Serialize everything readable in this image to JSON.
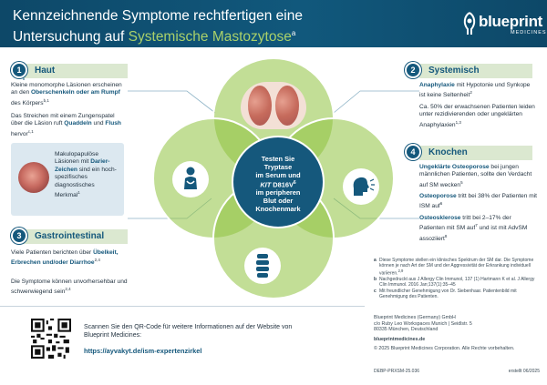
{
  "header": {
    "title_line1": "Kennzeichnende Symptome rechtfertigen eine",
    "title_line2_prefix": "Untersuchung auf ",
    "title_line2_highlight": "Systemische Mastozytose",
    "title_sup": "a",
    "logo_word": "blueprint",
    "logo_sub": "MEDICINES"
  },
  "colors": {
    "header_bg": "#0d4868",
    "accent_green": "#a9d06a",
    "section_blue": "#15587c",
    "section_bar": "#dbe8d0",
    "center_circle": "#15587c"
  },
  "sections": {
    "haut": {
      "num": "1",
      "title": "Haut",
      "p1_a": "Kleine monomorphe Läsionen erscheinen an den ",
      "p1_b": "Oberschenkeln oder am Rumpf",
      "p1_c": " des Körpers",
      "p1_sup": "b,1",
      "p2_a": "Das Streichen mit einem Zungen­spatel über die Läsion ruft ",
      "p2_b": "Quaddeln",
      "p2_c": " und ",
      "p2_d": "Flush",
      "p2_e": " hervor",
      "p2_sup": "c,1",
      "box_a": "Makulopapulöse Läsionen mit ",
      "box_b": "Darier-Zeichen",
      "box_c": " sind ein hoch­spezifisches diagnostisches Merkmal",
      "box_sup": "1"
    },
    "systemisch": {
      "num": "2",
      "title": "Systemisch",
      "p1_b": "Anaphylaxie",
      "p1_c": " mit Hypotonie und Synkope ist keine Seltenheit",
      "p1_sup": "2",
      "p2": "Ca. 50% der erwachsenen Patienten leiden unter rezidivierenden oder ungeklärten Anaphylaxien",
      "p2_sup": "1,3"
    },
    "gastro": {
      "num": "3",
      "title": "Gastrointestinal",
      "p1_a": "Viele Patienten berichten über ",
      "p1_b": "Übelkeit, Erbrechen und/oder Diarrhoe",
      "p1_sup": "2,4",
      "p2": "Die Symptome können unvorher­sehbar und schwerwiegend sein",
      "p2_sup": "2,4"
    },
    "knochen": {
      "num": "4",
      "title": "Knochen",
      "p1_b": "Ungeklärte Osteoporose",
      "p1_c": " bei jungen männlichen Patienten, sollte den Verdacht auf SM wecken",
      "p1_sup": "5",
      "p2_b": "Osteoporose",
      "p2_c": " tritt bei 38% der Patienten mit ISM auf",
      "p2_sup": "6",
      "p3_b": "Osteosklerose",
      "p3_c": " tritt bei 2–17% der Patienten mit SM auf",
      "p3_c2": " und ist mit AdvSM assoziiert",
      "p3_sup1": "7",
      "p3_sup2": "8"
    }
  },
  "center": {
    "l1": "Testen Sie",
    "l2": "Tryptase",
    "l3": "im Serum und",
    "l4_i": "KIT",
    "l4_r": " D816V",
    "l4_sup": "6",
    "l5": "im peripheren",
    "l6": "Blut oder",
    "l7": "Knochenmark"
  },
  "icons": [
    "skin-lesion-image",
    "patient-anaphylaxis-icon",
    "person-stomach-pain-icon",
    "spine-icon",
    "qr-code"
  ],
  "references": {
    "a": "Diese Symptome stellen ein klinisches Spektrum der SM dar. Die Symptome können je nach Art der SM und der Aggressivität der Erkrankung individuell variieren.",
    "a_sup": "2,9",
    "b": "Nachgedruckt aus J Allergy Clin Immunol, 137 (1) Hartmann K et al. J Allergy Clin Immunol. 2016 Jan;137(1):35–45",
    "c": "Mit freundlicher Genehmigung von Dr. Siebenhaar. Patientenbild mit Genehmigung des Patienten."
  },
  "address": {
    "company": "Blueprint Medicines (Germany) GmbH",
    "line2": "c/o Ruby Leo Workspaces Munich | Seidlstr. 5",
    "line3": "80335 München, Deutschland",
    "url": "blueprintmedicines.de",
    "copyright": "© 2025 Blueprint Medicines Corporation. Alle Rechte vorbehalten."
  },
  "footer": {
    "code": "DEBP-PRXSM-25.036",
    "date": "erstellt 06/2025"
  },
  "qr": {
    "text": "Scannen Sie den QR-Code für weitere Informationen auf der Website von Blueprint Medicines:",
    "url": "https://ayvakyt.de/ism-expertenzirkel"
  }
}
